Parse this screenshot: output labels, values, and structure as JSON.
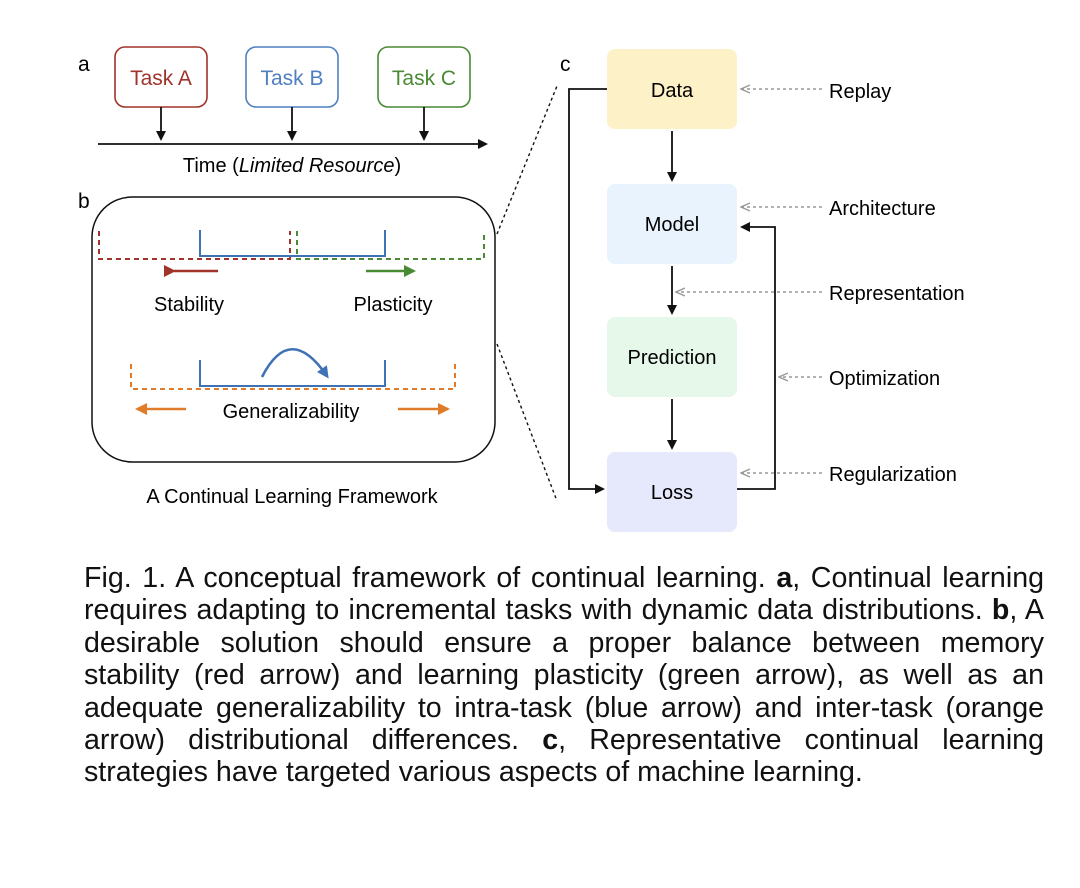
{
  "panel_a": {
    "letter": "a",
    "tasks": [
      "Task A",
      "Task B",
      "Task C"
    ],
    "time_label_prefix": "Time (",
    "time_label_italic": "Limited Resource",
    "time_label_suffix": ")"
  },
  "panel_b": {
    "letter": "b",
    "stability": "Stability",
    "plasticity": "Plasticity",
    "generalizability": "Generalizability",
    "framework_label": "A Continual Learning Framework"
  },
  "panel_c": {
    "letter": "c",
    "stages": [
      "Data",
      "Model",
      "Prediction",
      "Loss"
    ],
    "strategies": [
      "Replay",
      "Architecture",
      "Representation",
      "Optimization",
      "Regularization"
    ]
  },
  "colors": {
    "task_a": "#a0332a",
    "task_b": "#4f7fc0",
    "task_c": "#4a8a34",
    "stability_red": "#a0332a",
    "plasticity_green": "#4a8a34",
    "intra_task_blue": "#3f72b5",
    "inter_task_orange": "#e07b2a",
    "data_box": "#fdf1c7",
    "model_box": "#e9f3fd",
    "prediction_box": "#e6f8ea",
    "loss_box": "#e6e8fb"
  },
  "caption": {
    "prefix": "Fig. 1. A conceptual framework of continual learning. ",
    "a_label": "a",
    "a_text": ", Continual learning requires adapting to incremental tasks with dynamic data distributions. ",
    "b_label": "b",
    "b_text": ", A desirable solution should ensure a proper balance between memory stability (red arrow) and learning plasticity (green arrow), as well as an adequate generalizability to intra-task (blue arrow) and inter-task (orange arrow) distributional differences. ",
    "c_label": "c",
    "c_text": ", Representative continual learning strategies have targeted various aspects of machine learning."
  }
}
